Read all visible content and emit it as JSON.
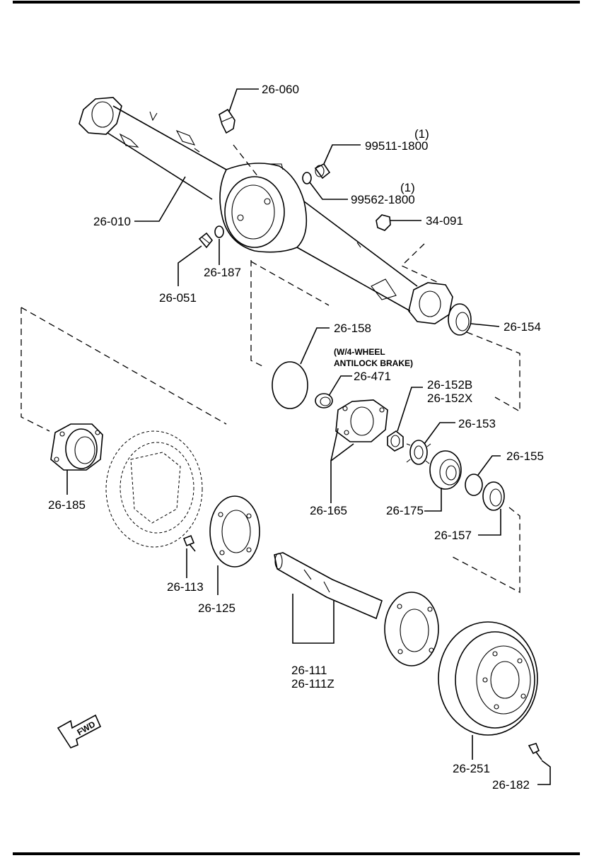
{
  "diagram": {
    "fwd_label": "FWD",
    "labels": {
      "p26_060": "26-060",
      "p99511": "99511-1800",
      "p99511_qty": "(1)",
      "p99562": "99562-1800",
      "p99562_qty": "(1)",
      "p34_091": "34-091",
      "p26_010": "26-010",
      "p26_187": "26-187",
      "p26_051": "26-051",
      "p26_154": "26-154",
      "p26_158": "26-158",
      "note_line1": "(W/4-WHEEL",
      "note_line2": "ANTILOCK BRAKE)",
      "p26_471": "26-471",
      "p26_152b": "26-152B",
      "p26_152x": "26-152X",
      "p26_153": "26-153",
      "p26_155": "26-155",
      "p26_185": "26-185",
      "p26_165": "26-165",
      "p26_175": "26-175",
      "p26_157": "26-157",
      "p26_113": "26-113",
      "p26_125": "26-125",
      "p26_111": "26-111",
      "p26_111z": "26-111Z",
      "p26_251": "26-251",
      "p26_182": "26-182"
    }
  }
}
